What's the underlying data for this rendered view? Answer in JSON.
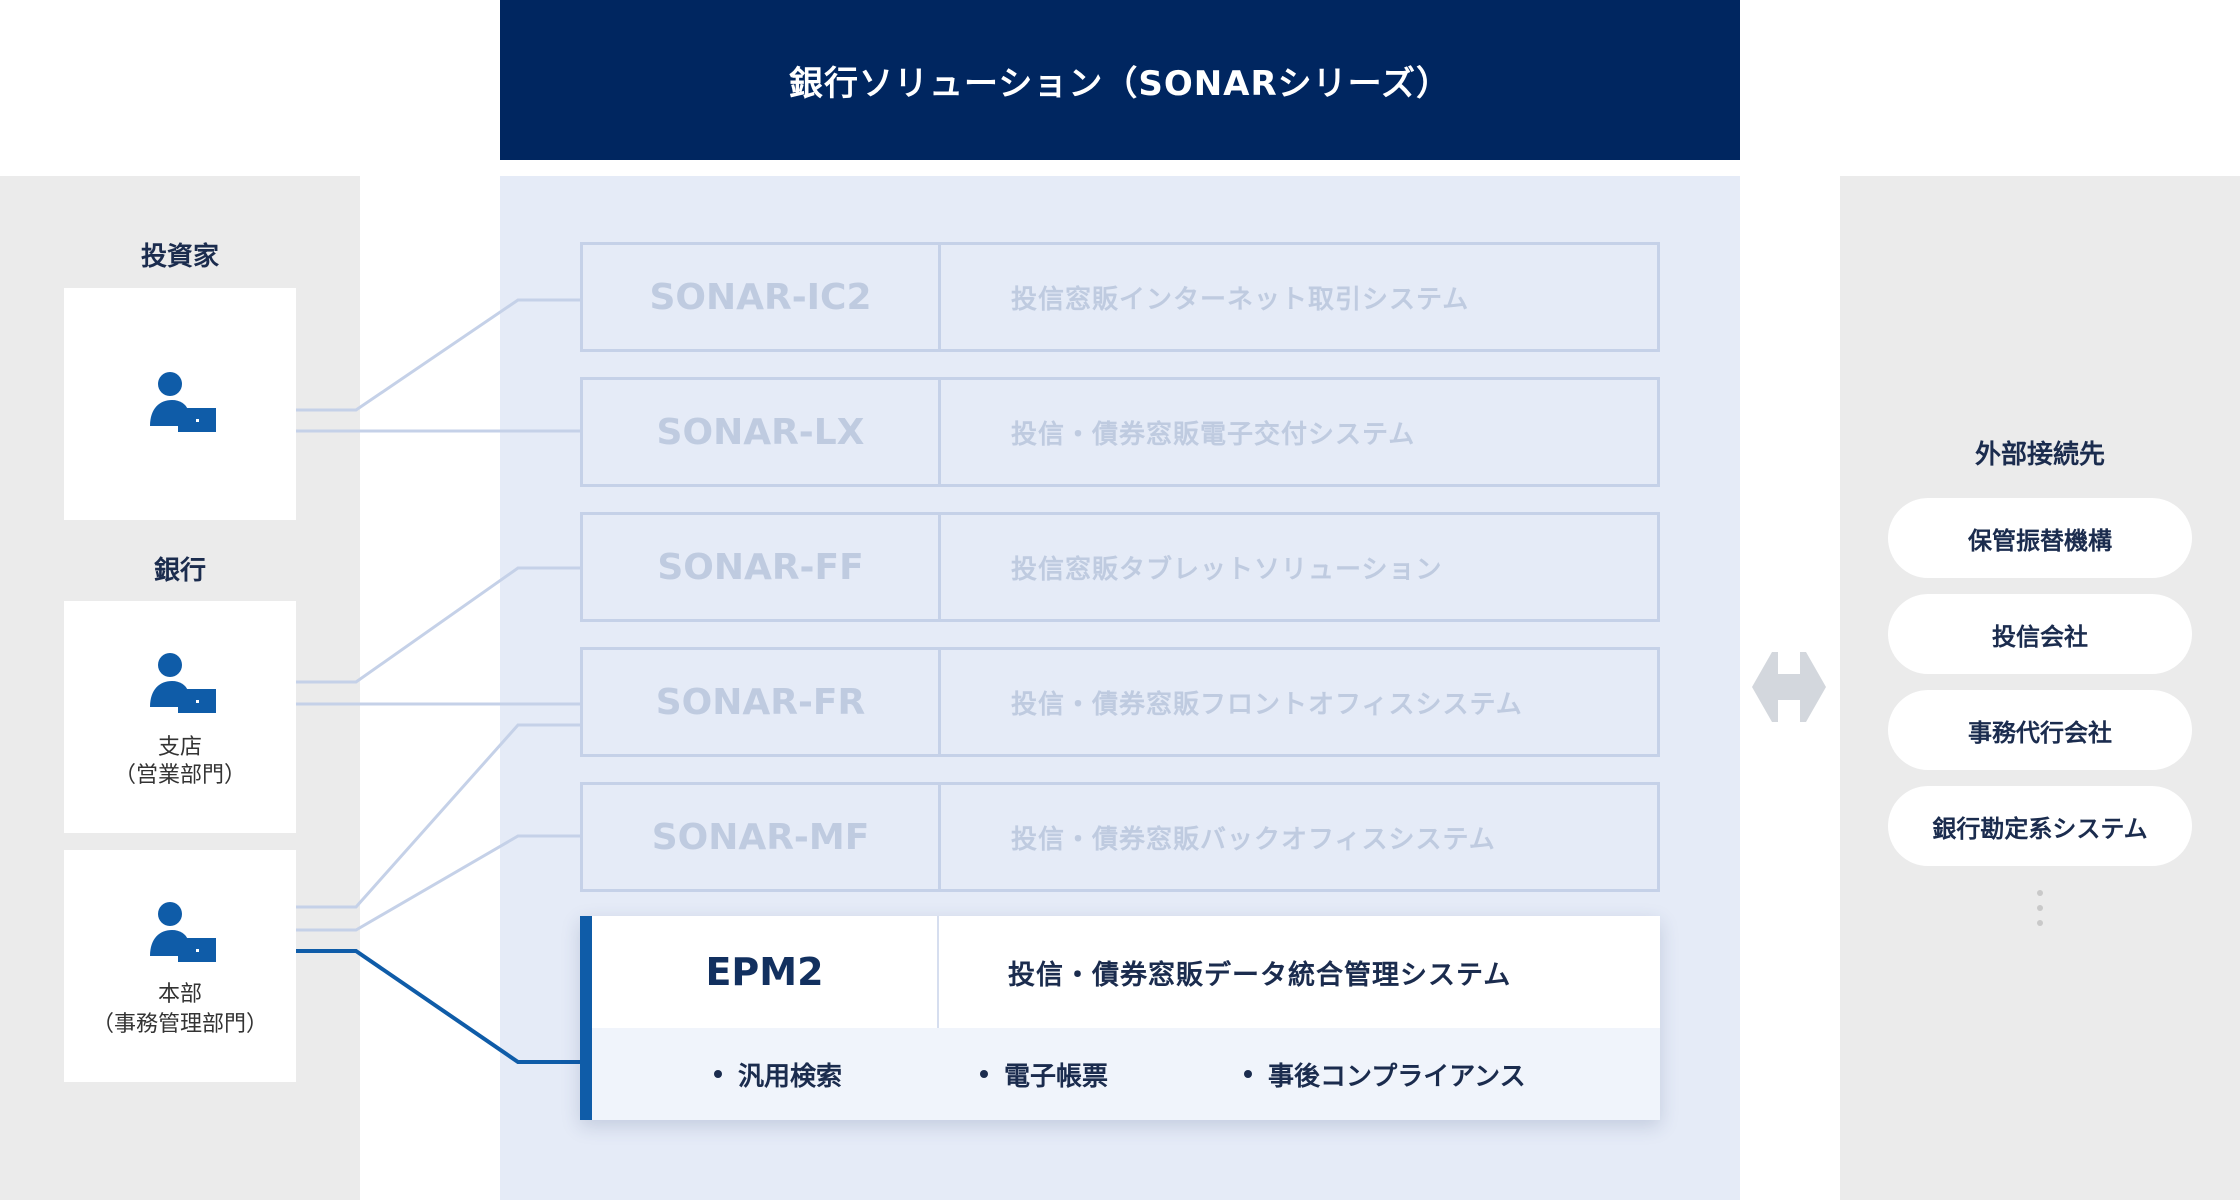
{
  "banner": {
    "title": "銀行ソリューション（SONARシリーズ）"
  },
  "left": {
    "groups": [
      {
        "label": "投資家",
        "actors": [
          {
            "label1": "",
            "label2": ""
          }
        ]
      },
      {
        "label": "銀行",
        "actors": [
          {
            "label1": "支店",
            "label2": "（営業部門）"
          },
          {
            "label1": "本部",
            "label2": "（事務管理部門）"
          }
        ]
      }
    ]
  },
  "products": [
    {
      "name": "SONAR-IC2",
      "desc": "投信窓販インターネット取引システム"
    },
    {
      "name": "SONAR-LX",
      "desc": "投信・債券窓販電子交付システム"
    },
    {
      "name": "SONAR-FF",
      "desc": "投信窓販タブレットソリューション"
    },
    {
      "name": "SONAR-FR",
      "desc": "投信・債券窓販フロントオフィスシステム"
    },
    {
      "name": "SONAR-MF",
      "desc": "投信・債券窓販バックオフィスシステム"
    }
  ],
  "highlight": {
    "name": "EPM2",
    "desc": "投信・債券窓販データ統合管理システム",
    "features": [
      "汎用検索",
      "電子帳票",
      "事後コンプライアンス"
    ]
  },
  "right": {
    "title": "外部接続先",
    "items": [
      "保管振替機構",
      "投信会社",
      "事務代行会社",
      "銀行勘定系システム"
    ]
  },
  "colors": {
    "brand_navy": "#002660",
    "accent_blue": "#0f5ca8",
    "faded_line": "#c5d1e8",
    "panel_gray": "#ebebeb",
    "panel_blue": "#e5ebf7"
  },
  "icons": {
    "actor": "person-with-laptop-icon",
    "arrow": "double-arrow-icon",
    "more": "vertical-ellipsis-icon"
  }
}
